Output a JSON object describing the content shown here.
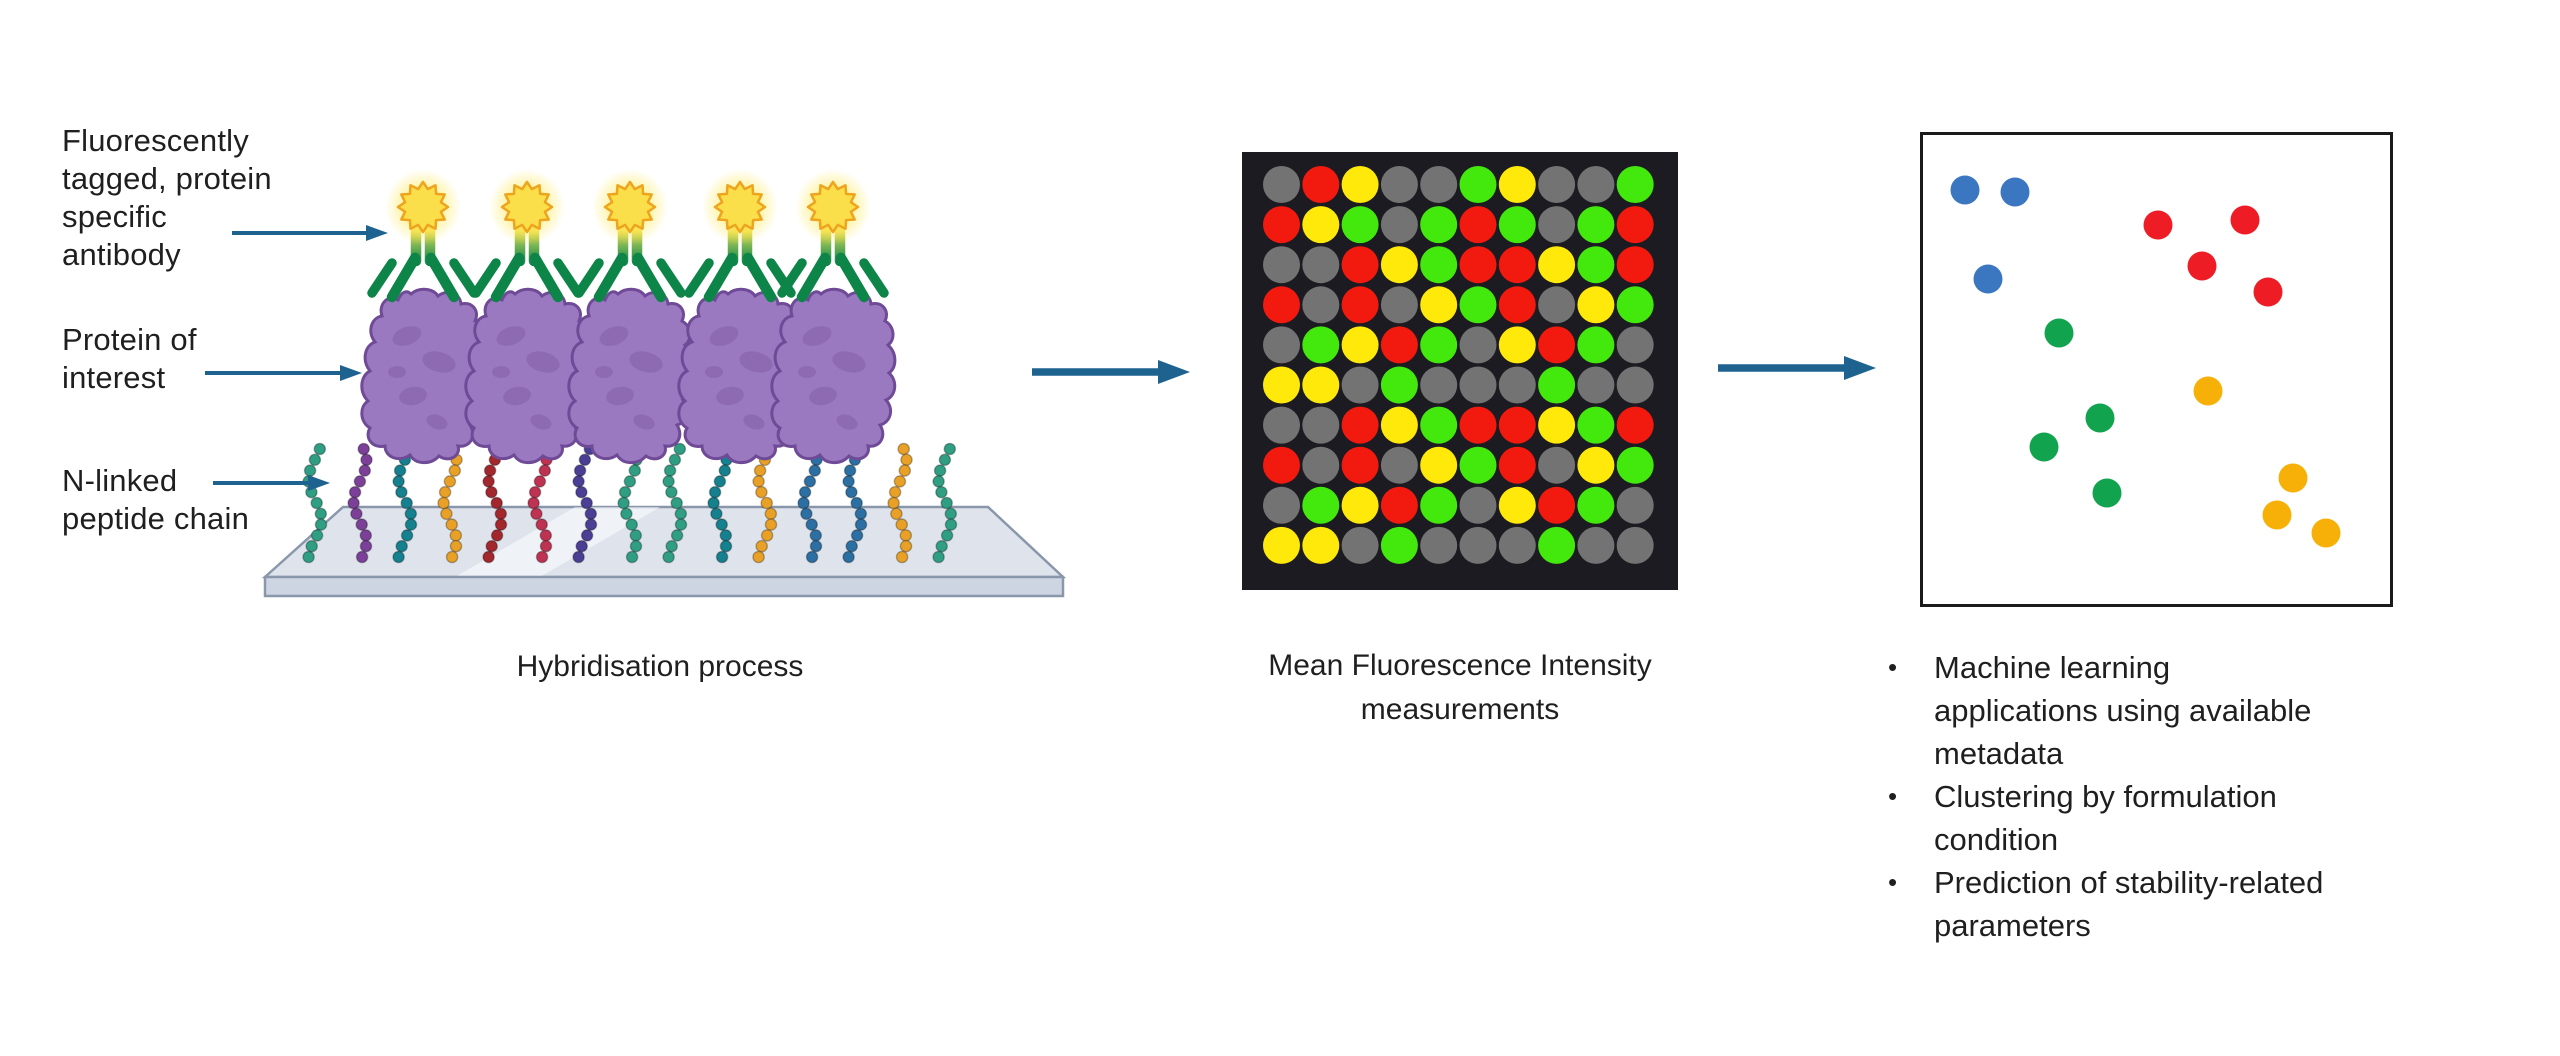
{
  "figure": {
    "left": {
      "labels": {
        "antibody": {
          "lines": [
            "Fluorescently",
            "tagged, protein",
            "specific",
            "antibody"
          ]
        },
        "protein": {
          "lines": [
            "Protein of",
            "interest"
          ]
        },
        "peptide": {
          "lines": [
            "N-linked",
            "peptide chain"
          ]
        }
      },
      "caption": "Hybridisation process",
      "hybridisation": {
        "antibody_count": 5,
        "protein_count": 5,
        "peptide_chain_count": 15
      }
    },
    "middle": {
      "caption_lines": [
        "Mean Fluorescence Intensity",
        "measurements"
      ]
    },
    "right": {
      "bullets": [
        {
          "lines": [
            "Machine learning",
            "applications using available",
            "metadata"
          ]
        },
        {
          "lines": [
            "Clustering by formulation",
            "condition"
          ]
        },
        {
          "lines": [
            "Prediction of stability-related",
            "parameters"
          ]
        }
      ]
    }
  },
  "colors": {
    "text": "#1f1f1f",
    "arrow": "#1e6390",
    "antibody_green": "#0e8548",
    "tag_yellow": "#fbdf4a",
    "tag_outline": "#eda41e",
    "protein_purple": "#9b79c0",
    "protein_outline": "#6f4b97",
    "slide_top": "#dfe4ec",
    "slide_front": "#cdd5e2",
    "slide_edge": "#8a97ab",
    "array_bg": "#1b1b21"
  },
  "microarray": {
    "rows": 10,
    "cols": 10,
    "legend": {
      "G": "#737373",
      "R": "#f2190f",
      "Y": "#ffe90a",
      "N": "#43e80c"
    },
    "grid": [
      "GRYGGNYGGN",
      "RYNGNRNGNR",
      "GGRYNRRYNR",
      "RGRGYNRGYN",
      "GNYRNGYRNG",
      "YYGNGGGNGG",
      "GGRYNRRYNR",
      "RGRGYNRGYN",
      "GNYRNGYRNG",
      "YYGNGGGNGG"
    ]
  },
  "scatter": {
    "clusters": [
      {
        "name": "blue",
        "color": "#3b76c0",
        "points": [
          [
            9.1,
            11.8
          ],
          [
            19.7,
            12.2
          ],
          [
            14.0,
            30.7
          ]
        ]
      },
      {
        "name": "red",
        "color": "#ee1c25",
        "points": [
          [
            50.3,
            19.2
          ],
          [
            68.9,
            18.1
          ],
          [
            59.8,
            28.0
          ],
          [
            73.8,
            33.5
          ]
        ]
      },
      {
        "name": "green",
        "color": "#12a34f",
        "points": [
          [
            29.2,
            42.3
          ],
          [
            37.8,
            60.4
          ],
          [
            26.0,
            66.5
          ],
          [
            39.3,
            76.4
          ]
        ]
      },
      {
        "name": "yellow",
        "color": "#f6b007",
        "points": [
          [
            61.1,
            54.5
          ],
          [
            79.3,
            73.1
          ],
          [
            75.9,
            81.1
          ],
          [
            86.3,
            84.8
          ]
        ]
      }
    ]
  },
  "peptide_chains": {
    "colors": [
      "#2f9e82",
      "#7c4099",
      "#15808e",
      "#e8a126",
      "#a3282e",
      "#bf3352",
      "#4a3f95",
      "#2f9e82",
      "#2f9e82",
      "#15808e",
      "#e8a126",
      "#2c6fa3",
      "#2c6fa3",
      "#e8a126",
      "#2f9e82"
    ]
  }
}
